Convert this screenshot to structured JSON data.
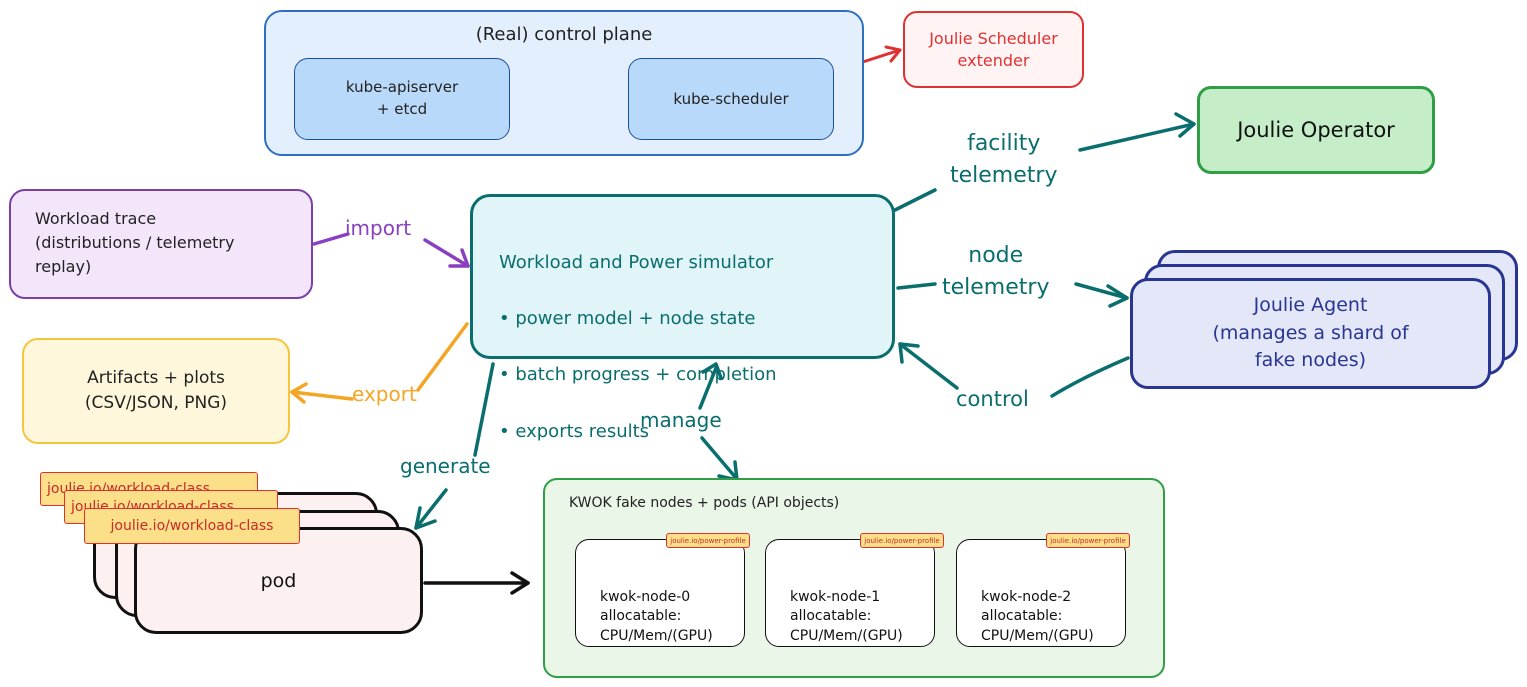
{
  "control_plane": {
    "title": "(Real) control plane",
    "apiserver": "kube-apiserver\n+ etcd",
    "scheduler": "kube-scheduler"
  },
  "scheduler_extender": "Joulie Scheduler\nextender",
  "operator": "Joulie Operator",
  "workload_trace": "Workload trace\n(distributions / telemetry\nreplay)",
  "artifacts": "Artifacts + plots\n(CSV/JSON, PNG)",
  "simulator": {
    "title": "Workload and Power simulator",
    "bullets": [
      "• power model + node state",
      "• batch progress + completion",
      "• exports results"
    ]
  },
  "agent": "Joulie Agent\n(manages a shard of\nfake nodes)",
  "kwok": {
    "title": "KWOK fake nodes + pods (API objects)",
    "tag": "joulie.io/power-profile",
    "nodes": [
      {
        "text": "kwok-node-0\nallocatable:\nCPU/Mem/(GPU)"
      },
      {
        "text": "kwok-node-1\nallocatable:\nCPU/Mem/(GPU)"
      },
      {
        "text": "kwok-node-2\nallocatable:\nCPU/Mem/(GPU)"
      }
    ]
  },
  "pods": {
    "label": "pod",
    "tag": "joulie.io/workload-class"
  },
  "edges": {
    "import": "import",
    "export": "export",
    "generate": "generate",
    "manage": "manage",
    "facility_telemetry": "facility\ntelemetry",
    "node_telemetry": "node\ntelemetry",
    "control": "control"
  },
  "colors": {
    "teal": "#0b6e6e",
    "purple": "#8a3fc0",
    "orange": "#f5a524",
    "red": "#e03131",
    "navy": "#283593",
    "green": "#2f9e44",
    "blue": "#2f6fc0"
  }
}
